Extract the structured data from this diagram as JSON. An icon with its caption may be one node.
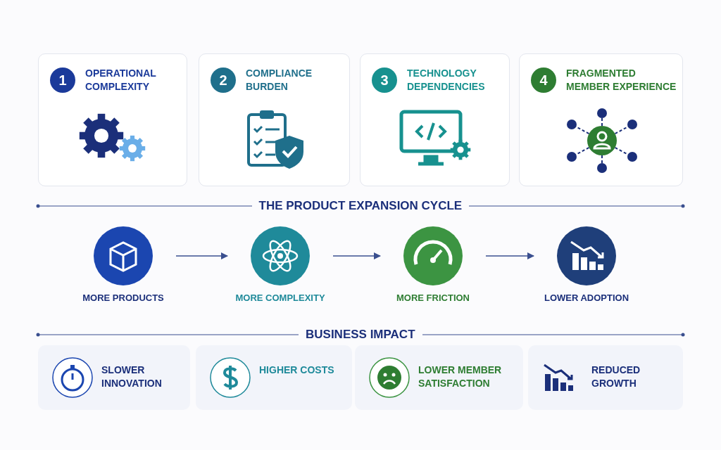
{
  "diagram": {
    "nodes": [
      {
        "text": [
          "1",
          "OPERATIONAL COMPLEXITY"
        ]
      },
      {
        "text": [
          "2",
          "COMPLIANCE BURDEN"
        ]
      },
      {
        "text": [
          "3",
          "TECHNOLOGY DEPENDENCIES"
        ]
      },
      {
        "text": [
          "4",
          "FRAGMENTED MEMBER EXPERIENCE"
        ]
      },
      {
        "text": [
          "MORE PRODUCTS"
        ]
      },
      {
        "text": [
          "MORE COMPLEXITY"
        ]
      },
      {
        "text": [
          "MORE FRICTION"
        ]
      },
      {
        "text": [
          "LOWER ADOPTION"
        ]
      },
      {
        "text": [
          "SLOWER INNOVATION"
        ]
      },
      {
        "text": [
          "HIGHER COSTS"
        ]
      },
      {
        "text": [
          "LOWER MEMBER SATISFACTION"
        ]
      },
      {
        "text": [
          "REDUCED GROWTH"
        ]
      }
    ],
    "edges": [
      {
        "from": 4,
        "to": 5,
        "arrow": "to"
      },
      {
        "from": 5,
        "to": 6,
        "arrow": "to"
      },
      {
        "from": 6,
        "to": 7,
        "arrow": "to"
      }
    ],
    "labels": [
      "THE PRODUCT EXPANSION CYCLE",
      "BUSINESS IMPACT"
    ]
  }
}
